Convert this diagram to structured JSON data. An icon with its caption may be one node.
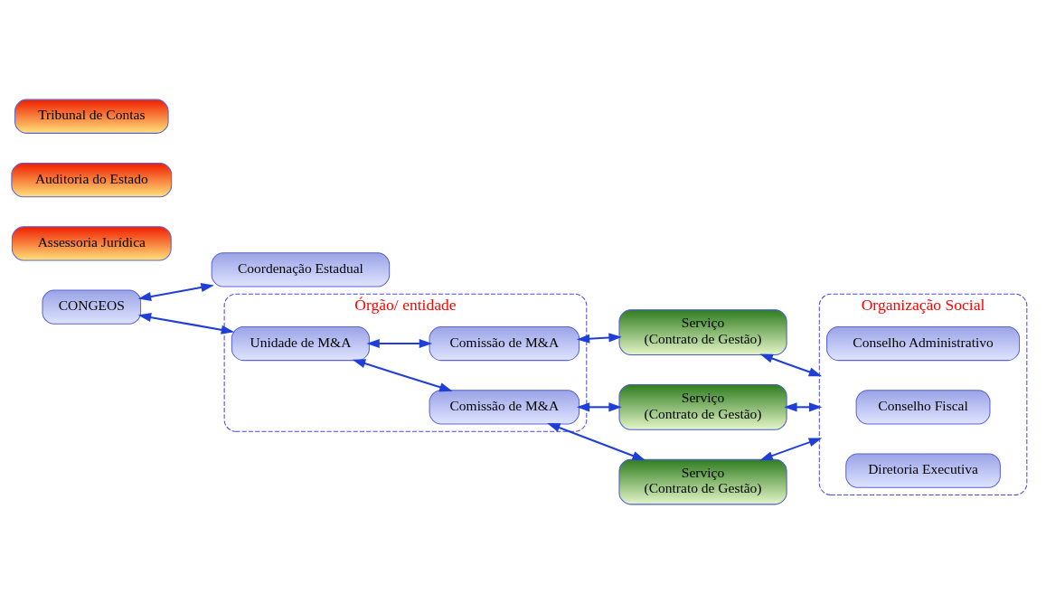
{
  "diagram": {
    "nodes": [
      {
        "text": [
          "CONGEOS"
        ]
      },
      {
        "text": [
          "Coordenação Estadual"
        ]
      },
      {
        "text": [
          "Órgão/ entidade"
        ]
      },
      {
        "text": [
          "Unidade de M&A"
        ],
        "in": 2
      },
      {
        "text": [
          "Comissão de M&A"
        ],
        "in": 2
      },
      {
        "text": [
          "Comissão de M&A"
        ],
        "in": 2
      },
      {
        "text": [
          "Serviço",
          "(Contrato de Gestão)"
        ]
      },
      {
        "text": [
          "Serviço",
          "(Contrato de Gestão)"
        ]
      },
      {
        "text": [
          "Serviço",
          "(Contrato de Gestão)"
        ]
      },
      {
        "text": [
          "Organização Social"
        ]
      },
      {
        "text": [
          "Conselho Administrativo"
        ],
        "in": 9
      },
      {
        "text": [
          "Conselho Fiscal"
        ],
        "in": 9
      },
      {
        "text": [
          "Diretoria Executiva"
        ],
        "in": 9
      },
      {
        "text": [
          "Assessoria Jurídica"
        ]
      },
      {
        "text": [
          "Auditoria do Estado"
        ]
      },
      {
        "text": [
          "Tribunal de Contas"
        ]
      }
    ],
    "edges": [
      {
        "from": 0,
        "to": 3,
        "arrow": "both"
      },
      {
        "from": 0,
        "to": 1,
        "arrow": "both"
      },
      {
        "from": 3,
        "to": 4,
        "arrow": "both"
      },
      {
        "from": 3,
        "to": 5,
        "arrow": "both"
      },
      {
        "from": 4,
        "to": 6,
        "arrow": "both"
      },
      {
        "from": 5,
        "to": 7,
        "arrow": "both"
      },
      {
        "from": 5,
        "to": 8,
        "arrow": "both"
      },
      {
        "from": 6,
        "to": 9,
        "arrow": "both"
      },
      {
        "from": 7,
        "to": 9,
        "arrow": "both"
      },
      {
        "from": 8,
        "to": 9,
        "arrow": "both"
      }
    ]
  }
}
